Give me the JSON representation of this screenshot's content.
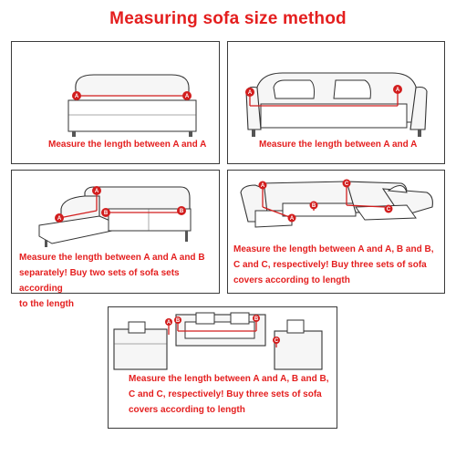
{
  "title": "Measuring sofa size method",
  "colors": {
    "accent": "#e41e1e",
    "border": "#3a3a3a",
    "sofa_stroke": "#333333"
  },
  "panels": [
    {
      "caption": "Measure the length between A and A"
    },
    {
      "caption": "Measure the length between A and A"
    },
    {
      "caption": "Measure the length between A and A and B\nseparately! Buy two sets of sofa sets according\nto the length"
    },
    {
      "caption": "Measure the length between A and A, B and B,\nC and C, respectively! Buy three sets of sofa\ncovers according to length"
    },
    {
      "caption": "Measure the length between A and A, B and B,\nC and C, respectively! Buy three sets of sofa\ncovers according to length"
    }
  ],
  "markers": {
    "a": "A",
    "b": "B",
    "c": "C"
  }
}
